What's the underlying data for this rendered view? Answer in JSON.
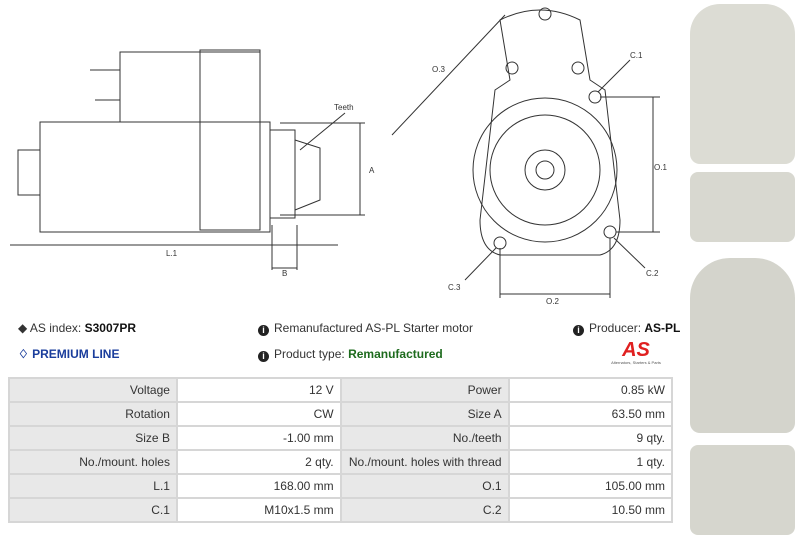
{
  "diagram": {
    "labels": {
      "teeth": "Teeth",
      "a": "A",
      "l1": "L.1",
      "b": "B",
      "o3": "O.3",
      "c1": "C.1",
      "o1": "O.1",
      "c3": "C.3",
      "o2": "O.2",
      "c2": "C.2"
    }
  },
  "info": {
    "as_index_label": "AS index:",
    "as_index_value": "S3007PR",
    "premium": "PREMIUM LINE",
    "description": "Remanufactured AS-PL Starter motor",
    "product_type_label": "Product type:",
    "product_type_value": "Remanufactured",
    "producer_label": "Producer:",
    "producer_value": "AS-PL",
    "logo_text": "AS",
    "logo_tagline": "Alternators, Starters & Parts"
  },
  "colors": {
    "premium": "#1a3d9c",
    "remanufactured": "#1e6b1e",
    "logo": "#e02020"
  },
  "specs": [
    {
      "k1": "Voltage",
      "v1": "12 V",
      "k2": "Power",
      "v2": "0.85 kW"
    },
    {
      "k1": "Rotation",
      "v1": "CW",
      "k2": "Size A",
      "v2": "63.50 mm"
    },
    {
      "k1": "Size B",
      "v1": "-1.00 mm",
      "k2": "No./teeth",
      "v2": "9 qty."
    },
    {
      "k1": "No./mount. holes",
      "v1": "2 qty.",
      "k2": "No./mount. holes with thread",
      "v2": "1 qty."
    },
    {
      "k1": "L.1",
      "v1": "168.00 mm",
      "k2": "O.1",
      "v2": "105.00 mm"
    },
    {
      "k1": "C.1",
      "v1": "M10x1.5 mm",
      "k2": "C.2",
      "v2": "10.50 mm"
    }
  ]
}
